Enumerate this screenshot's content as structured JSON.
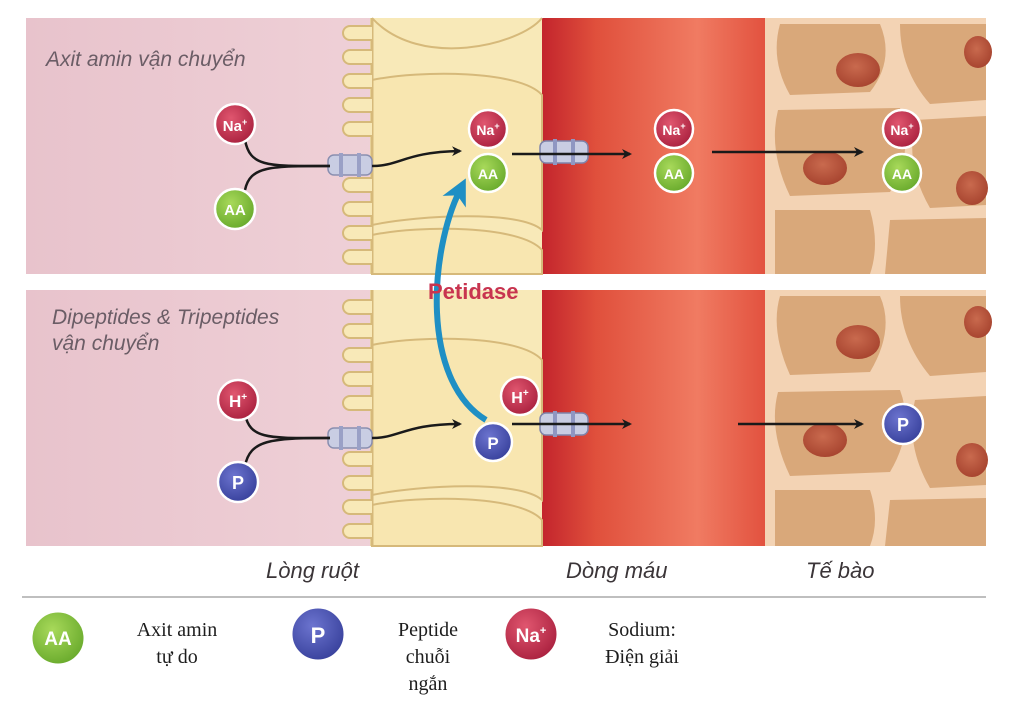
{
  "panels": {
    "top_title": "Axit amin vận chuyển",
    "bottom_title_line1": "Dipeptides & Tripeptides",
    "bottom_title_line2": "vận chuyển"
  },
  "enzyme_label": "Petidase",
  "regions": {
    "lumen": "Lòng ruột",
    "blood": "Dòng máu",
    "cell": "Tế bào"
  },
  "molecules": {
    "na": "Na",
    "na_sup": "+",
    "aa": "AA",
    "h": "H",
    "h_sup": "+",
    "p": "P"
  },
  "legend": {
    "aa_line1": "Axit amin",
    "aa_line2": "tự do",
    "p_line1": "Peptide",
    "p_line2": "chuỗi",
    "p_line3": "ngắn",
    "na_line1": "Sodium:",
    "na_line2": "Điện giải"
  },
  "colors": {
    "na_red": "#c62f4f",
    "aa_green": "#82c23a",
    "p_blue": "#4750b0",
    "peptidase_arrow": "#1f8fc4",
    "enterocyte_fill": "#f8e9b8",
    "lumen_pink": "#efcdd5",
    "blood_red": "#e0503c",
    "tissue_tan": "#d9a87a",
    "nucleus": "#b9553f"
  }
}
